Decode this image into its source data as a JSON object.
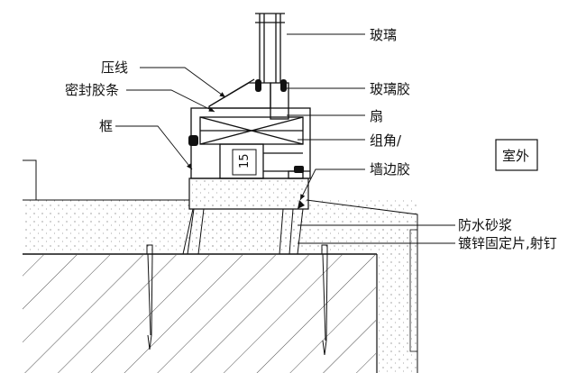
{
  "labels": {
    "glass": "玻璃",
    "pressing_line": "压线",
    "seal_strip": "密封胶条",
    "glass_sealant": "玻璃胶",
    "sash": "扇",
    "frame": "框",
    "corner_joint": "组角/",
    "outdoor": "室外",
    "wall_sealant": "墙边胶",
    "waterproof_mortar": "防水砂浆",
    "galvanized_plate": "镀锌固定片,射钉",
    "dimension": "15"
  },
  "colors": {
    "line": "#111111",
    "background": "#ffffff",
    "fill_concrete": "#f6f6f6"
  }
}
